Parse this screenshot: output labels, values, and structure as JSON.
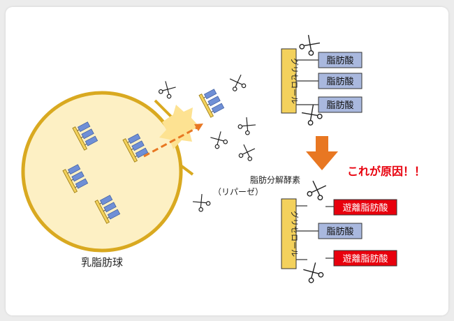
{
  "labels": {
    "glycerol": "グリセロール",
    "fatty_acid": "脂肪酸",
    "free_fatty_acid": "遊離脂肪酸",
    "lipase_line1": "脂肪分解酵素",
    "lipase_line2": "（リパーゼ）",
    "globule": "乳脂肪球",
    "cause": "これが原因！！"
  },
  "colors": {
    "globule_fill": "#fdf0c4",
    "globule_stroke": "#d9a920",
    "glycerol_fill": "#f3d15c",
    "fatty_acid_fill": "#a9b8de",
    "free_fatty_acid_fill": "#e8000d",
    "arrow": "#e87722",
    "cause_text": "#e8000d"
  },
  "icons": {
    "scissors": "scissors-icon",
    "burst": "burst-icon",
    "down_arrow": "down-arrow-icon"
  }
}
